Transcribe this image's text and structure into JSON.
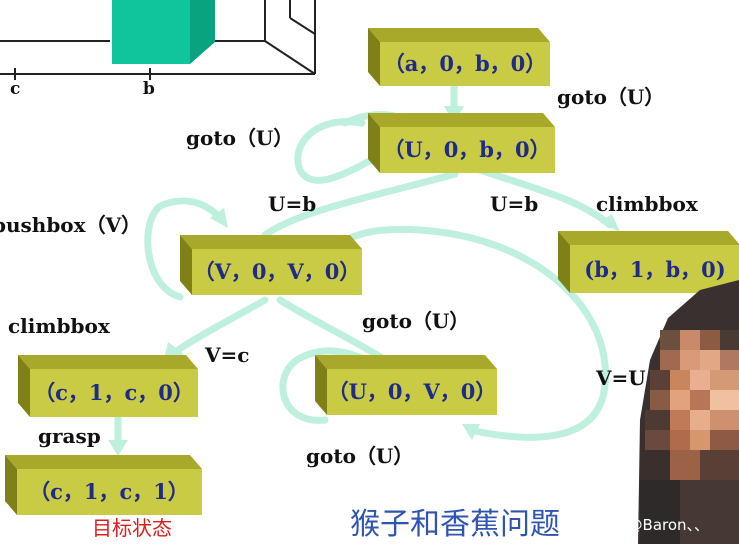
{
  "colors": {
    "box_front": "#c9cb45",
    "box_top": "#a8a82a",
    "box_side": "#7f8017",
    "box_text": "#1f2a8a",
    "arrow": "#bff0dd",
    "label": "#111111",
    "goal": "#d81e1e",
    "title": "#2f55b0",
    "teal_box": "#10c59b"
  },
  "axis_labels": {
    "c": "c",
    "b": "b"
  },
  "states": [
    {
      "id": "s1",
      "label": "（a，0，b，0）"
    },
    {
      "id": "s2",
      "label": "（U，0，b，0）"
    },
    {
      "id": "s3",
      "label": "（V，0，V，0）"
    },
    {
      "id": "s4",
      "label": "(b，1，b，0)"
    },
    {
      "id": "s5",
      "label": "（c，1，c，0）"
    },
    {
      "id": "s6",
      "label": "（U，0，V，0）"
    },
    {
      "id": "s7",
      "label": "（c，1，c，1）"
    }
  ],
  "edge_labels": {
    "goto_top": "goto（U）",
    "goto_left": "goto（U）",
    "pushbox": "pushbox（V）",
    "u_eq_b_left": "U=b",
    "u_eq_b_right": "U=b",
    "climbbox_right": "climbbox",
    "climbbox_left": "climbbox",
    "v_eq_c": "V=c",
    "goto_mid": "goto（U）",
    "v_eq_u": "V=U",
    "grasp": "grasp",
    "goto_bottom": "goto（U）"
  },
  "goal_label": "目标状态",
  "title": "猴子和香蕉问题",
  "watermark": "CSDN @Baron、、"
}
